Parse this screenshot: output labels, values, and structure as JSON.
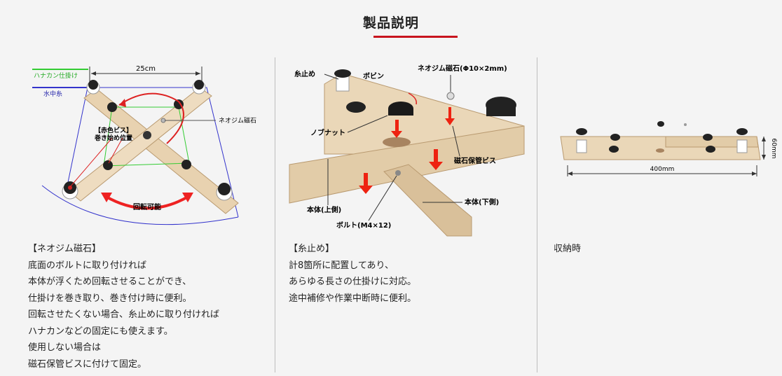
{
  "page": {
    "title": "製品説明"
  },
  "col1": {
    "legend_green": "ハナカン仕掛け",
    "legend_blue": "水中糸",
    "dim": "25cm",
    "label_magnet": "ネオジム磁石",
    "label_red_screw_1": "【赤色ビス】",
    "label_red_screw_2": "巻き始め位置",
    "label_rotate": "回転可能",
    "caption": [
      "【ネオジム磁石】",
      "底面のボルトに取り付ければ",
      "本体が浮くため回転させることができ、",
      "仕掛けを巻き取り、巻き付け時に便利。",
      "回転させたくない場合、糸止めに取り付ければ",
      "ハナカンなどの固定にも使えます。",
      "使用しない場合は",
      "磁石保管ビスに付けて固定。"
    ]
  },
  "col2": {
    "label_itodome": "糸止め",
    "label_bobbin": "ボビン",
    "label_magnet": "ネオジム磁石(Φ10×2mm)",
    "label_knob": "ノブナット",
    "label_magnet_screw": "磁石保管ビス",
    "label_body_upper": "本体(上側)",
    "label_body_lower": "本体(下側)",
    "label_bolt": "ボルト(M4×12)",
    "caption": [
      "【糸止め】",
      "計8箇所に配置してあり、",
      "あらゆる長さの仕掛けに対応。",
      "途中補修や作業中断時に便利。"
    ]
  },
  "col3": {
    "dim_height": "60mm",
    "dim_width": "400mm",
    "caption": [
      "収納時"
    ]
  }
}
